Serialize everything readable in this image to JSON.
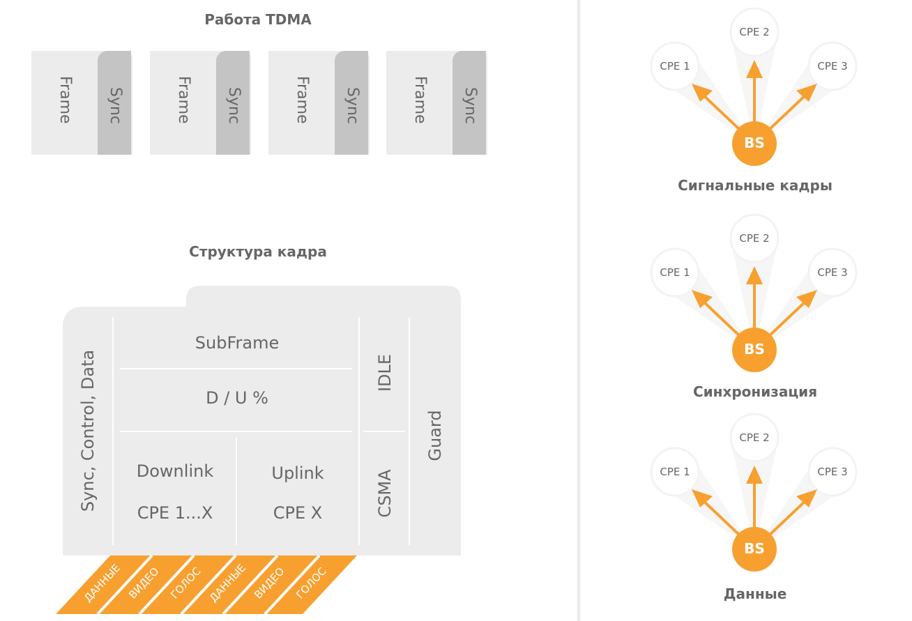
{
  "tdma": {
    "title": "Работа TDMA",
    "blocks": [
      {
        "frame": "Frame",
        "sync": "Sync"
      },
      {
        "frame": "Frame",
        "sync": "Sync"
      },
      {
        "frame": "Frame",
        "sync": "Sync"
      },
      {
        "frame": "Frame",
        "sync": "Sync"
      }
    ]
  },
  "frame_structure": {
    "title": "Структура кадра",
    "header_col": "Sync, Control, Data",
    "subframe": "SubFrame",
    "du": "D / U %",
    "downlink": "Downlink",
    "downlink_cpe": "CPE 1...X",
    "uplink": "Uplink",
    "uplink_cpe": "CPE X",
    "idle": "IDLE",
    "csma": "CSMA",
    "guard": "Guard",
    "stripes": [
      "ДАННЫЕ",
      "ВИДЕО",
      "ГОЛОС",
      "ДАННЫЕ",
      "ВИДЕО",
      "ГОЛОС"
    ]
  },
  "stars": [
    {
      "caption": "Сигнальные кадры",
      "bs": "BS",
      "cpe": [
        "CPE 1",
        "CPE 2",
        "CPE 3"
      ]
    },
    {
      "caption": "Синхронизация",
      "bs": "BS",
      "cpe": [
        "CPE 1",
        "CPE 2",
        "CPE 3"
      ]
    },
    {
      "caption": "Данные",
      "bs": "BS",
      "cpe": [
        "CPE 1",
        "CPE 2",
        "CPE 3"
      ]
    }
  ],
  "colors": {
    "accent": "#f7a030",
    "light_gray": "#ececec",
    "sync_gray": "#c4c4c5",
    "text": "#666666"
  }
}
